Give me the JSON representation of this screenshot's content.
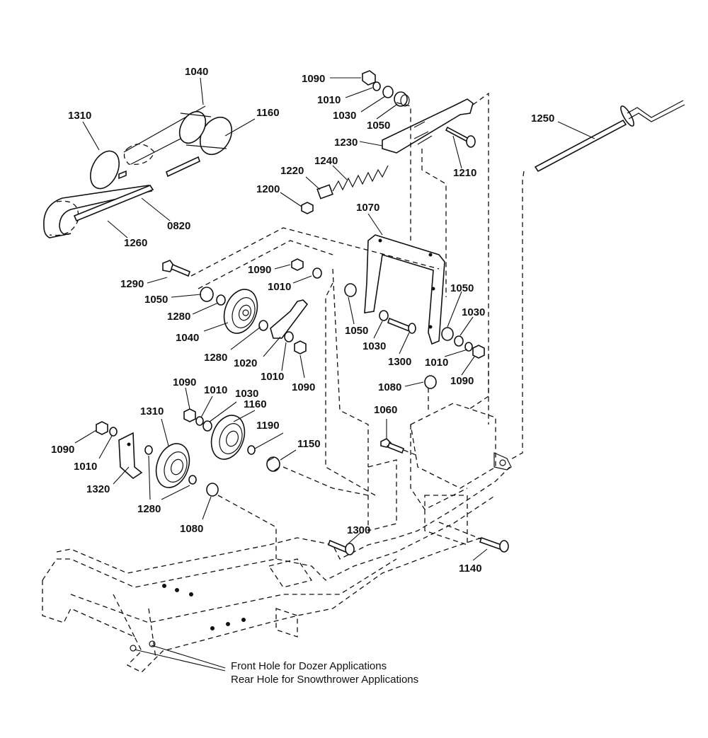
{
  "callouts": [
    {
      "id": "c1040a",
      "text": "1040"
    },
    {
      "id": "c1310a",
      "text": "1310"
    },
    {
      "id": "c1160a",
      "text": "1160"
    },
    {
      "id": "c0820",
      "text": "0820"
    },
    {
      "id": "c1260",
      "text": "1260"
    },
    {
      "id": "c1090a",
      "text": "1090"
    },
    {
      "id": "c1010a",
      "text": "1010"
    },
    {
      "id": "c1030a",
      "text": "1030"
    },
    {
      "id": "c1050a",
      "text": "1050"
    },
    {
      "id": "c1230",
      "text": "1230"
    },
    {
      "id": "c1210",
      "text": "1210"
    },
    {
      "id": "c1240",
      "text": "1240"
    },
    {
      "id": "c1220",
      "text": "1220"
    },
    {
      "id": "c1200",
      "text": "1200"
    },
    {
      "id": "c1250",
      "text": "1250"
    },
    {
      "id": "c1070",
      "text": "1070"
    },
    {
      "id": "c1290",
      "text": "1290"
    },
    {
      "id": "c1090b",
      "text": "1090"
    },
    {
      "id": "c1010b",
      "text": "1010"
    },
    {
      "id": "c1050b",
      "text": "1050"
    },
    {
      "id": "c1280a",
      "text": "1280"
    },
    {
      "id": "c1040b",
      "text": "1040"
    },
    {
      "id": "c1280b",
      "text": "1280"
    },
    {
      "id": "c1020",
      "text": "1020"
    },
    {
      "id": "c1010c",
      "text": "1010"
    },
    {
      "id": "c1090c",
      "text": "1090"
    },
    {
      "id": "c1050c",
      "text": "1050"
    },
    {
      "id": "c1030b",
      "text": "1030"
    },
    {
      "id": "c1300a",
      "text": "1300"
    },
    {
      "id": "c1050d",
      "text": "1050"
    },
    {
      "id": "c1030c",
      "text": "1030"
    },
    {
      "id": "c1010d",
      "text": "1010"
    },
    {
      "id": "c1090d",
      "text": "1090"
    },
    {
      "id": "c1080a",
      "text": "1080"
    },
    {
      "id": "c1090e",
      "text": "1090"
    },
    {
      "id": "c1010e",
      "text": "1010"
    },
    {
      "id": "c1030d",
      "text": "1030"
    },
    {
      "id": "c1160b",
      "text": "1160"
    },
    {
      "id": "c1310b",
      "text": "1310"
    },
    {
      "id": "c1190",
      "text": "1190"
    },
    {
      "id": "c1150",
      "text": "1150"
    },
    {
      "id": "c1060",
      "text": "1060"
    },
    {
      "id": "c1090f",
      "text": "1090"
    },
    {
      "id": "c1010f",
      "text": "1010"
    },
    {
      "id": "c1320",
      "text": "1320"
    },
    {
      "id": "c1280c",
      "text": "1280"
    },
    {
      "id": "c1080b",
      "text": "1080"
    },
    {
      "id": "c1300b",
      "text": "1300"
    },
    {
      "id": "c1140",
      "text": "1140"
    }
  ],
  "notes": {
    "front_hole": "Front Hole for Dozer Applications",
    "rear_hole": "Rear Hole for Snowthrower Applications"
  },
  "colors": {
    "ink": "#111111",
    "paper": "#ffffff"
  }
}
